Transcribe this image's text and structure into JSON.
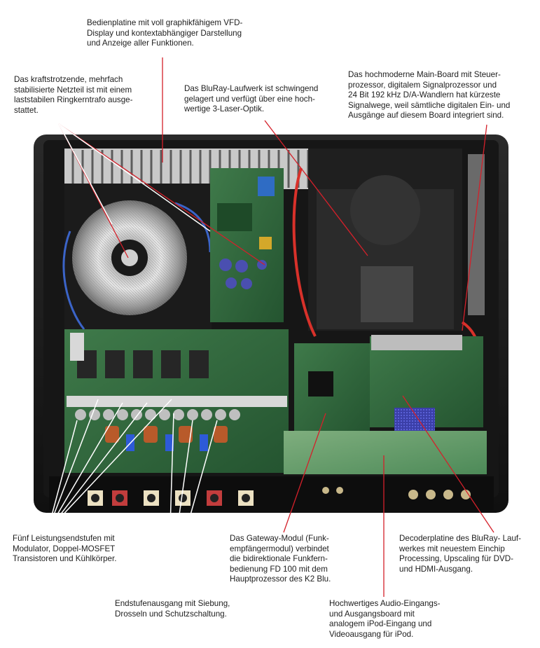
{
  "captions": {
    "vfd": "Bedienplatine mit voll graphikfähigem VFD-\nDisplay und kontextabhängiger Darstellung\nund Anzeige aller Funktionen.",
    "psu": "Das kraftstrotzende, mehrfach\nstabilisierte Netzteil ist mit einem\nlaststabilen Ringkerntrafo ausge-\nstattet.",
    "bluray": "Das BluRay-Laufwerk ist schwingend\ngelagert und verfügt über eine hoch-\nwertige 3-Laser-Optik.",
    "mainboard": "Das hochmoderne Main-Board mit Steuer-\nprozessor, digitalem Signalprozessor und\n24 Bit 192 kHz D/A-Wandlern hat kürzeste\nSignalwege, weil sämtliche digitalen Ein- und\nAusgänge auf diesem Board integriert sind.",
    "amplifiers": "Fünf Leistungsendstufen mit\nModulator, Doppel-MOSFET\nTransistoren und Kühlkörper.",
    "gateway": "Das Gateway-Modul (Funk-\nempfängermodul) verbindet\ndie bidirektionale Funkfern-\nbedienung FD 100 mit dem\nHauptprozessor des K2 Blu.",
    "decoder": "Decoderplatine des BluRay- Lauf-\nwerkes mit neuestem Einchip\nProcessing, Upscaling für DVD-\nund HDMI-Ausgang.",
    "output_stage": "Endstufenausgang mit Siebung,\nDrosseln und Schutzschaltung.",
    "audio_board": "Hochwertiges Audio-Eingangs-\nund Ausgangsboard mit\nanalogem iPod-Eingang und\nVideoausgang für iPod."
  },
  "colors": {
    "leader": "#d4202a",
    "leader_white": "#ffffff",
    "pcb_green": "#2f6b3a",
    "chassis": "#1a1a1a"
  }
}
